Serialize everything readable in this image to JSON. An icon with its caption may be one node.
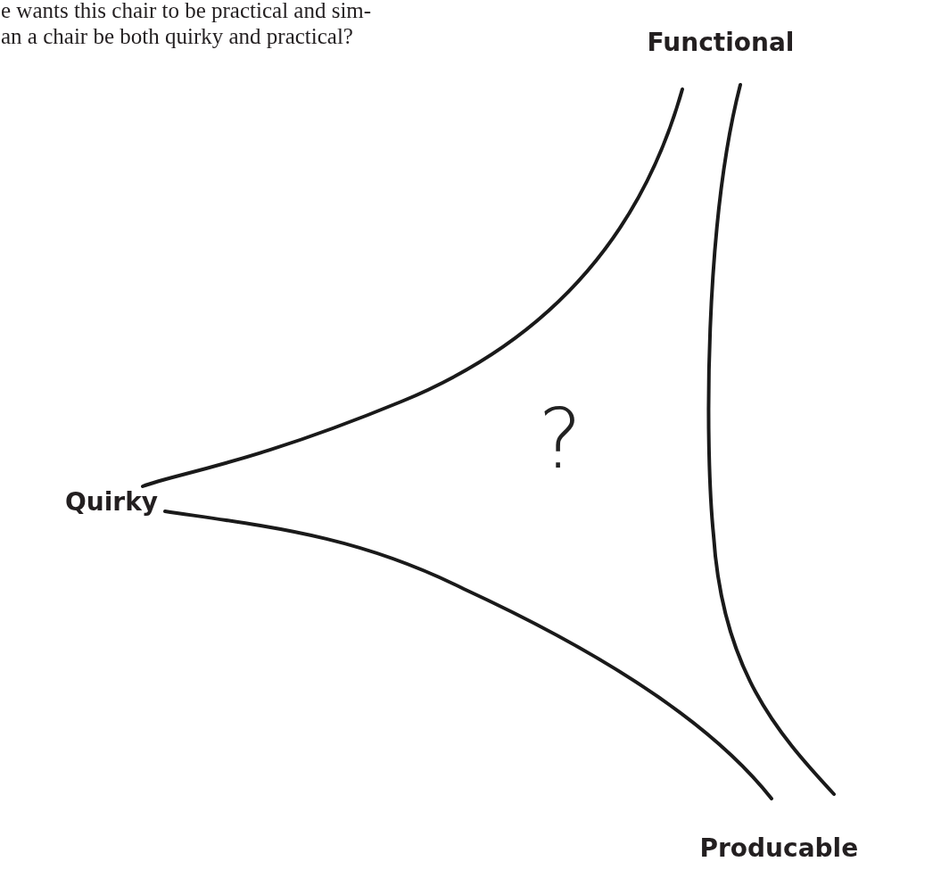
{
  "diagram": {
    "labels": [
      "e wants this chair to be practical and sim- an a chair be both quirky and practical?",
      "Functional",
      "?",
      "Quirky",
      "Producable"
    ]
  }
}
